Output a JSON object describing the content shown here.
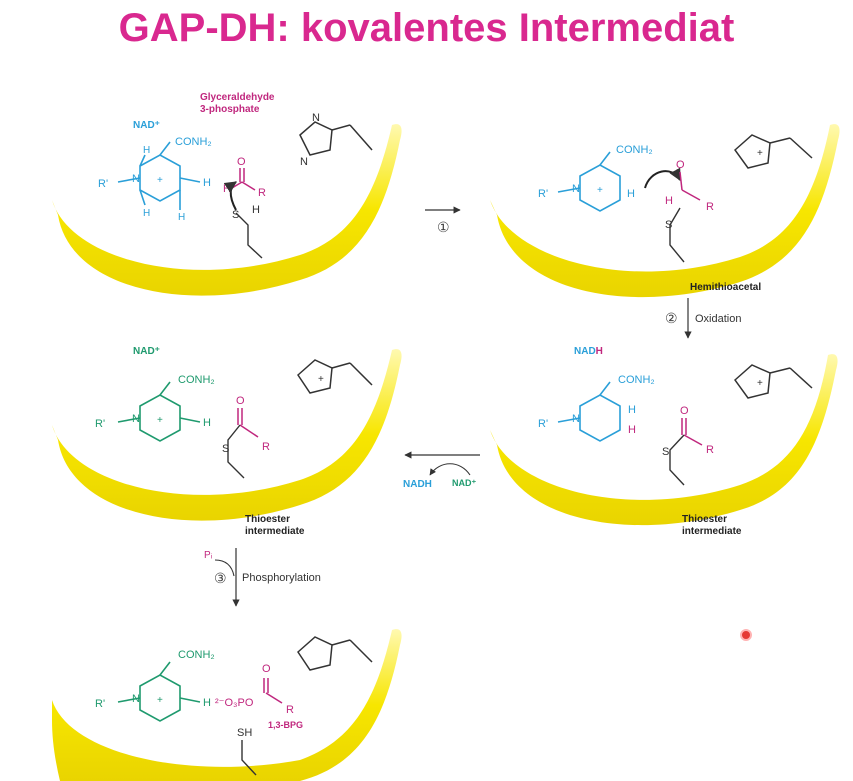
{
  "title": "GAP-DH: kovalentes Intermediat",
  "colors": {
    "title": "#d9288f",
    "magenta": "#c0277e",
    "nad_blue": "#2a9fd8",
    "nad_green": "#1f9a6e",
    "band": "#f5e400",
    "band_shade": "#fff7a0"
  },
  "panel1": {
    "nad_label": "NAD⁺",
    "substrate_label_1": "Glyceraldehyde",
    "substrate_label_2": "3-phosphate",
    "conh2": "CONH₂",
    "r_prime": "R'",
    "n": "N",
    "plus": "+",
    "h": "H",
    "carbonyl_o": "O",
    "carbonyl_h": "H",
    "r": "R",
    "s": "S",
    "sh_h": "H",
    "imid_nh": "N",
    "imid_n": "N"
  },
  "step1": {
    "number": "①"
  },
  "panel2": {
    "conh2": "CONH₂",
    "r_prime": "R'",
    "n": "N",
    "plus": "+",
    "h": "H",
    "o": "O",
    "r": "R",
    "s": "S",
    "imid_plus": "+",
    "label": "Hemithioacetal"
  },
  "step2": {
    "number": "②",
    "label": "Oxidation"
  },
  "panel3": {
    "label_prefix": "NAD",
    "label_suffix": "H",
    "conh2": "CONH₂",
    "r_prime": "R'",
    "n": "N",
    "h": "H",
    "o": "O",
    "r": "R",
    "s": "S",
    "imid_plus": "+",
    "label_1": "Thioester",
    "label_2": "intermediate"
  },
  "exchange": {
    "out": "NADH",
    "in": "NAD⁺"
  },
  "panel4": {
    "nad_label": "NAD⁺",
    "conh2": "CONH₂",
    "r_prime": "R'",
    "n": "N",
    "plus": "+",
    "h": "H",
    "o": "O",
    "r": "R",
    "s": "S",
    "imid_plus": "+",
    "label_1": "Thioester",
    "label_2": "intermediate"
  },
  "step3": {
    "pi": "Pᵢ",
    "number": "③",
    "label": "Phosphorylation"
  },
  "panel5": {
    "conh2": "CONH₂",
    "r_prime": "R'",
    "n": "N",
    "plus": "+",
    "h": "H",
    "o": "O",
    "phospho": "²⁻O₃PO",
    "r": "R",
    "product": "1,3-BPG",
    "sh": "SH"
  }
}
